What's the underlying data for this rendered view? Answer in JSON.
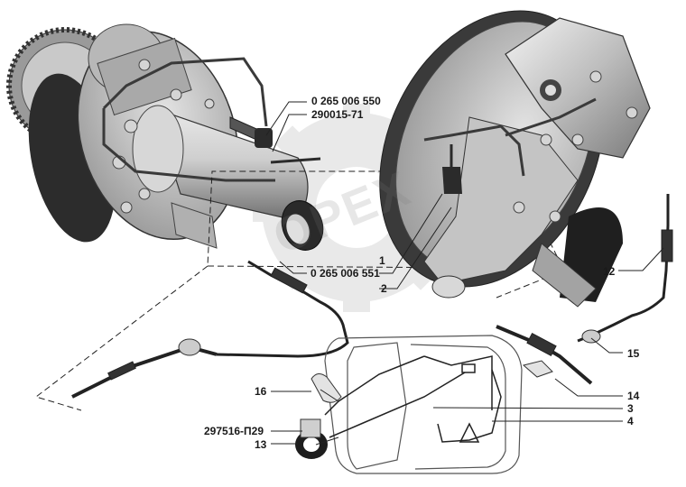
{
  "watermark": "OPEX",
  "callouts": {
    "sensor_part": "0 265 006 550",
    "bracket_part": "290015-71",
    "sensor_part_2": "0 265 006 551",
    "clamp_part": "297516-П29",
    "n1": "1",
    "n2": "2",
    "n3": "3",
    "n4": "4",
    "n12": "12",
    "n13": "13",
    "n14": "14",
    "n15": "15",
    "n16": "16"
  }
}
